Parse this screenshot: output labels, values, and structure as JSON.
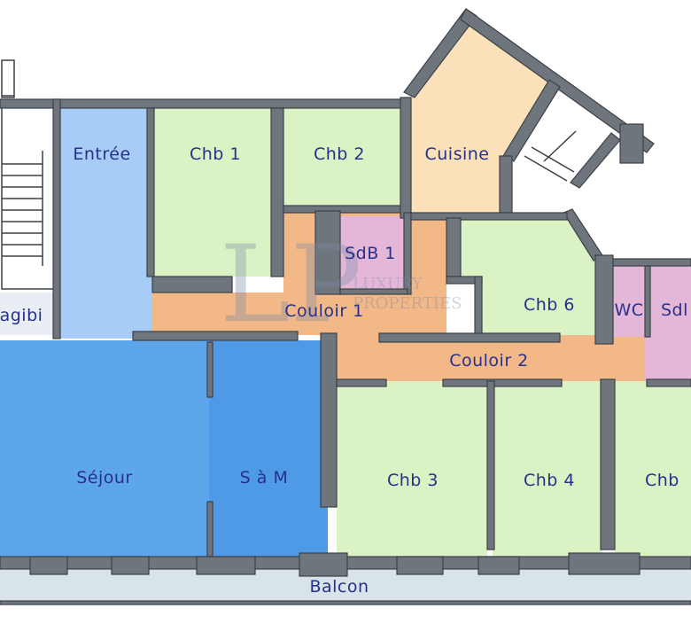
{
  "rooms": {
    "entree": "Entrée",
    "chb1": "Chb 1",
    "chb2": "Chb 2",
    "cuisine": "Cuisine",
    "sdb1": "SdB 1",
    "degagement": "agibi",
    "couloir1": "Couloir 1",
    "chb6": "Chb 6",
    "wc": "WC",
    "sdb2": "Sdl",
    "couloir2": "Couloir 2",
    "sejour": "Séjour",
    "sam": "S à M",
    "chb3": "Chb 3",
    "chb4": "Chb 4",
    "chb5": "Chb",
    "balcon": "Balcon"
  },
  "watermark": {
    "monogram": "LP",
    "line1": "LUXURY",
    "line2": "PROPERTIES"
  },
  "colors": {
    "blue_light": "#a7cdf6",
    "blue_mid": "#5ea6ec",
    "blue_dark": "#4f9ae6",
    "green": "#dbf2c4",
    "orange": "#f2b887",
    "peach": "#fbe1b9",
    "pink": "#e4b7d8",
    "wall": "#6e757c",
    "text": "#27308a"
  }
}
